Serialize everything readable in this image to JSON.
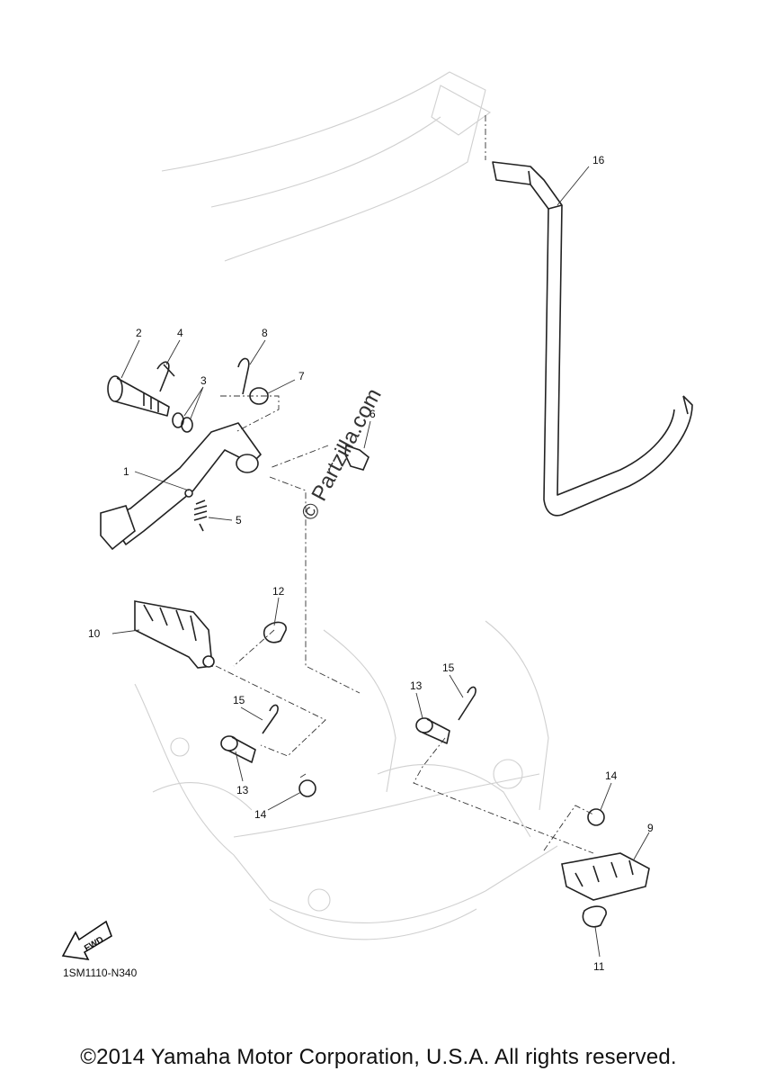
{
  "callouts": [
    "1",
    "2",
    "3",
    "4",
    "5",
    "6",
    "7",
    "8",
    "9",
    "10",
    "11",
    "12",
    "13",
    "15",
    "13",
    "15",
    "14",
    "14",
    "16"
  ],
  "fwd_label": "FWD",
  "diagram_code": "1SM1110-N340",
  "watermark": "© Partzilla.com",
  "copyright": "©2014 Yamaha Motor Corporation, U.S.A. All rights reserved."
}
